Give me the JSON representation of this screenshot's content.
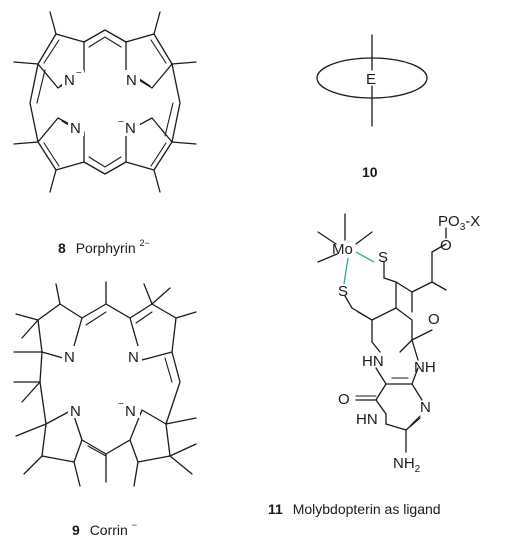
{
  "structures": {
    "porphyrin": {
      "number": "8",
      "name": "Porphyrin",
      "charge": "2−",
      "atoms": {
        "n_top_left": "N",
        "n_top_right": "N",
        "n_bottom_left": "N",
        "n_bottom_right": "N",
        "minus": "−"
      }
    },
    "corrin": {
      "number": "9",
      "name": "Corrin",
      "charge": "−",
      "atoms": {
        "n_top_left": "N",
        "n_top_right": "N",
        "n_bottom_left": "N",
        "n_bottom_right": "N",
        "minus": "−"
      }
    },
    "cyclopentadienyl": {
      "number": "10",
      "ring_glyph": "E"
    },
    "molybdopterin": {
      "number": "11",
      "caption": "Molybdopterin as ligand",
      "atoms": {
        "mo": "Mo",
        "s_left": "S",
        "s_right": "S",
        "o_ring": "O",
        "po3": "PO",
        "po3_sub": "3",
        "po3_charge": "-X",
        "o_link": "O",
        "hn_top": "HN",
        "nh_right": "NH",
        "o_carbonyl": "O",
        "hn_bottom": "HN",
        "n_bottom": "N",
        "nh2": "NH",
        "nh2_sub": "2"
      }
    }
  }
}
